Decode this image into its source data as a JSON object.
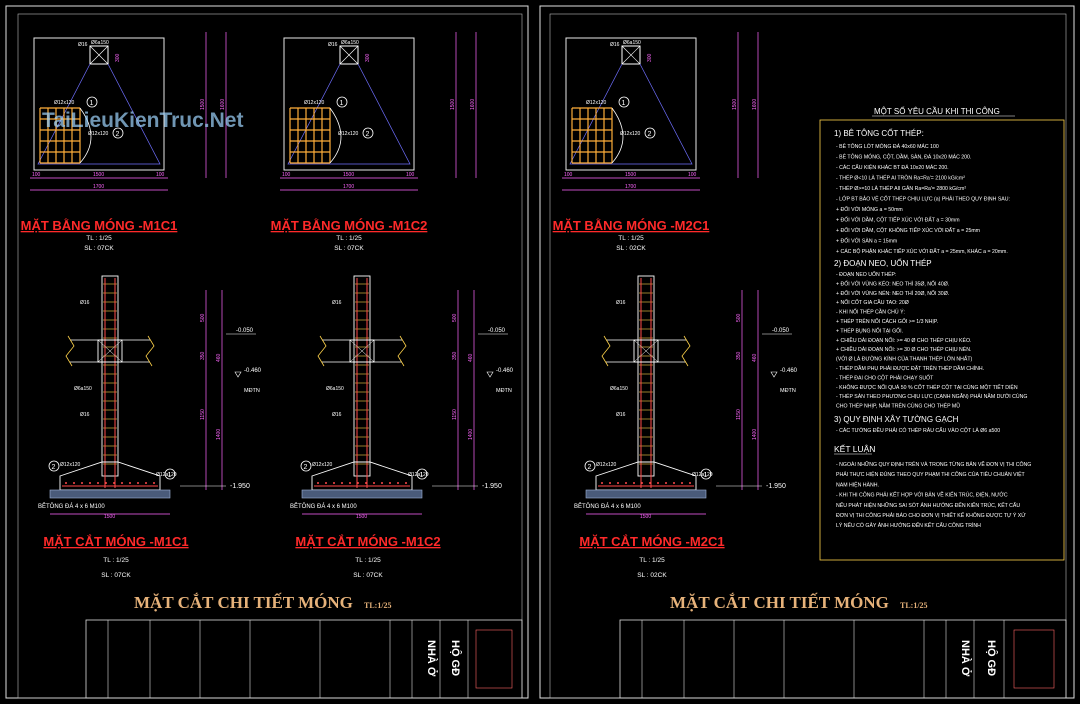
{
  "watermark": "TaiLieuKienTruc.Net",
  "plans": [
    {
      "title": "MẶT BẰNG MÓNG -M1C1",
      "scale": "TL : 1/25",
      "count": "SL : 07CK"
    },
    {
      "title": "MẶT BẰNG MÓNG -M1C2",
      "scale": "TL : 1/25",
      "count": "SL : 07CK"
    },
    {
      "title": "MẶT BẰNG MÓNG -M2C1",
      "scale": "TL : 1/25",
      "count": "SL : 02CK"
    }
  ],
  "sections": [
    {
      "title": "MẶT CẮT MÓNG -M1C1",
      "scale": "TL : 1/25",
      "count": "SL : 07CK"
    },
    {
      "title": "MẶT CẮT MÓNG -M1C2",
      "scale": "TL : 1/25",
      "count": "SL : 07CK"
    },
    {
      "title": "MẶT CẮT MÓNG -M2C1",
      "scale": "TL : 1/25",
      "count": "SL : 02CK"
    }
  ],
  "dims": {
    "d1700": "1700",
    "d1500": "1500",
    "d100": "100",
    "d1600": "1600",
    "d1400": "1400",
    "d1150": "1150",
    "d460": "460",
    "d350": "350",
    "d500": "500",
    "d300": "300"
  },
  "rebar": {
    "top": "Ø6a150",
    "bar16": "Ø16",
    "bar12": "Ø12x120",
    "bar12b": "Ø12a120",
    "n1": "1",
    "n2": "2"
  },
  "levels": {
    "l0": "-0.050",
    "l1": "-0.460",
    "l2": "-1.950",
    "ground": "MĐTN"
  },
  "concrete": "BÊTÔNG ĐÁ 4 x 6 M100",
  "sheet_title": "MẶT CẮT CHI TIẾT MÓNG",
  "sheet_scale": "TL:1/25",
  "titleblock": {
    "project": "NHÀ Ở",
    "owner": "HỘ GĐ"
  },
  "notes": {
    "heading": "MỘT SỐ YÊU CẦU KHI THI CÔNG",
    "s1": "1) BÊ TÔNG CỐT THÉP:",
    "s1_items": [
      "- BÊ TÔNG LÓT MÓNG ĐÁ 40x60 MÁC 100",
      "- BÊ TÔNG MÓNG, CỘT, DẦM, SÀN, ĐÁ 10x20 MÁC 200.",
      "- CÁC CẤU KIỆN KHÁC BT ĐÁ 10x20 MÁC 200.",
      "- THÉP Ø<10 LÀ THÉP AI TRÒN Ra=Ra'= 2100 kG/cm²",
      "- THÉP Ø>=10 LÀ THÉP AII GÂN Ra=Ra'= 2800 kG/cm²",
      "- LỚP BT BẢO VỆ CỐT THÉP CHỊU LỰC (a) PHẢI THEO QUY ĐỊNH SAU:",
      "  + ĐỐI VỚI MÓNG a = 50mm",
      "  + ĐỐI VỚI DẦM, CỘT TIẾP XÚC VỚI ĐẤT a = 30mm",
      "  + ĐỐI VỚI DẦM, CỘT KHÔNG TIẾP XÚC VỚI ĐẤT a = 25mm",
      "  + ĐỐI VỚI SÀN a = 15mm",
      "  + CÁC BỘ PHẬN KHÁC TIẾP XÚC VỚI ĐẤT a = 25mm, KHÁC a = 20mm."
    ],
    "s2": "2) ĐOẠN NEO, UỐN THÉP",
    "s2_items": [
      "- ĐOẠN NEO UỐN THÉP:",
      "  + ĐỐI VỚI VÙNG KÉO: NEO THÌ 35Ø, NỐI 40Ø.",
      "  + ĐỐI VỚI VÙNG NÉN: NEO THÌ 20Ø, NỐI 30Ø.",
      "  + NỐI CỐT GIA CẦU TAO: 20Ø",
      "- KHI NỐI THÉP CẦN CHÚ Ý:",
      "  + THÉP TRÊN NỐI CÁCH GỐI >= 1/3 NHỊP.",
      "  + THÉP BỤNG NỐI TẠI GỐI.",
      "  + CHIỀU DÀI ĐOẠN NỐI: >= 40 Ø CHO THÉP CHỊU KÉO.",
      "  + CHIỀU DÀI ĐOẠN NỐI: >= 30 Ø CHO THÉP CHỊU NÉN.",
      "  (VỚI Ø LÀ ĐƯỜNG KÍNH CỦA THANH THÉP LỚN NHẤT)",
      "- THÉP DẦM PHỤ PHẢI ĐƯỢC ĐẶT TRÊN THÉP DẦM CHÍNH.",
      "- THÉP ĐAI CHO CỘT PHẢI CHẠY SUỐT",
      "- KHÔNG ĐƯỢC NỐI QUÁ 50 % CỐT THÉP CỘT TẠI CÙNG MỘT TIẾT DIỆN",
      "- THÉP SÀN THEO PHƯƠNG CHỊU LỰC (CẠNH NGẮN) PHẢI NẰM DƯỚI CÙNG",
      "  CHO THÉP NHỊP, NẰM TRÊN CÙNG CHO THÉP MŨ"
    ],
    "s3": "3) QUY ĐỊNH XÂY TƯỜNG GẠCH",
    "s3_items": [
      "- CÁC TƯỜNG ĐỀU PHẢI CÓ THÉP RÂU CẤU VÀO CỘT LÀ Ø6 a500"
    ],
    "s4": "KẾT LUẬN",
    "s4_items": [
      "- NGOÀI NHỮNG QUY ĐỊNH TRÊN VÀ TRONG TỪNG BẢN VẼ ĐƠN VỊ THI CÔNG",
      "  PHẢI THỰC HIỆN ĐÚNG THEO QUY PHẠM THI CÔNG CỦA TIÊU CHUẨN VIỆT",
      "  NAM HIỆN HÀNH.",
      "- KHI THI CÔNG PHẢI KẾT HỢP VỚI BẢN VẼ KIẾN TRÚC, ĐIỆN, NƯỚC",
      "  NẾU PHÁT HIỆN NHỮNG SAI SÓT ẢNH HƯỞNG ĐẾN KIẾN TRÚC, KẾT CẤU",
      "  ĐƠN VỊ THI CÔNG PHẢI BÁO CHO ĐƠN VỊ THIẾT KẾ KHÔNG ĐƯỢC TỰ Ý XỬ",
      "  LÝ NẾU CÓ GÂY ẢNH HƯỞNG ĐẾN KẾT CẤU CÔNG TRÌNH"
    ]
  }
}
